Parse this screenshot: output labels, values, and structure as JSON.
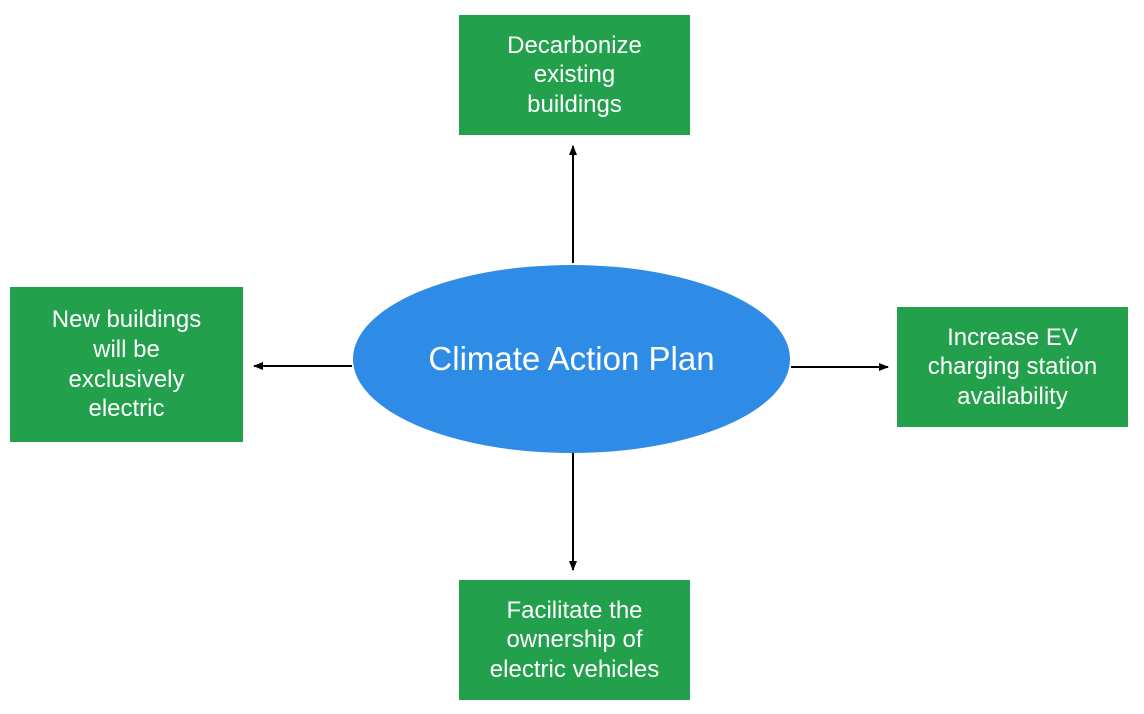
{
  "title": "Climate Action Plan diagram",
  "colors": {
    "background": "#ffffff",
    "node_green": "#22A04C",
    "center_blue": "#2E8BE6",
    "text_white": "#ffffff",
    "arrow_black": "#000000"
  },
  "center": {
    "label": "Climate Action Plan"
  },
  "nodes": [
    {
      "id": "top",
      "label": "Decarbonize\nexisting\nbuildings"
    },
    {
      "id": "left",
      "label": "New buildings\nwill be\nexclusively\nelectric"
    },
    {
      "id": "right",
      "label": "Increase EV\ncharging station\navailability"
    },
    {
      "id": "bottom",
      "label": "Facilitate the\nownership of\nelectric vehicles"
    }
  ]
}
